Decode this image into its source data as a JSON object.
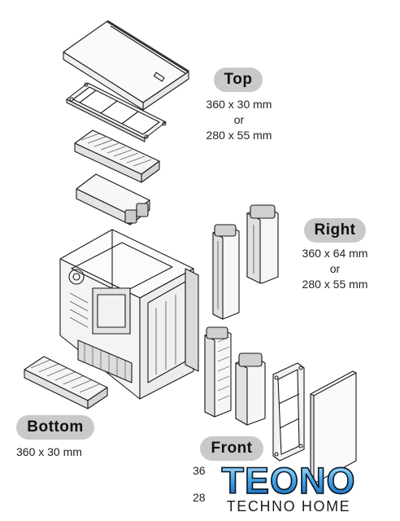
{
  "labels": {
    "top": {
      "title": "Top",
      "lines": [
        "360 x 30 mm",
        "or",
        "280 x 55 mm"
      ]
    },
    "right": {
      "title": "Right",
      "lines": [
        "360 x 64 mm",
        "or",
        "280 x 55 mm"
      ]
    },
    "bottom": {
      "title": "Bottom",
      "lines": [
        "360 x 30 mm"
      ]
    },
    "front": {
      "title": "Front",
      "lines": [
        "36",
        "28"
      ]
    }
  },
  "watermark": {
    "main": "TEONO",
    "sub": "TECHNO HOME"
  },
  "colors": {
    "badge": "#c9c9c9",
    "line": "#1a1a1a",
    "logo_blue": "#2f8fe0"
  }
}
